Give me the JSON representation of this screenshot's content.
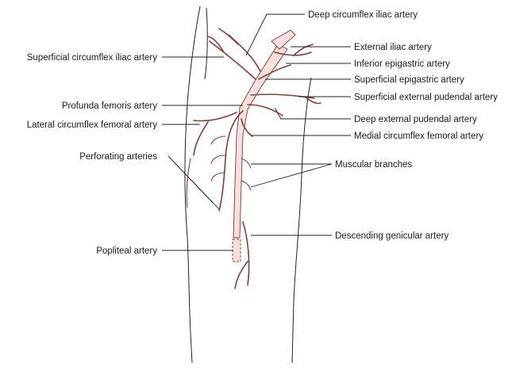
{
  "labels": {
    "deep_circumflex_iliac": "Deep circumflex iliac artery",
    "external_iliac": "External iliac artery",
    "inferior_epigastric": "Inferior epigastric artery",
    "superficial_epigastric": "Superficial epigastric artery",
    "superficial_external_pudendal": "Superficial external pudendal artery",
    "deep_external_pudendal": "Deep external pudendal artery",
    "medial_circumflex_femoral": "Medial circumflex femoral artery",
    "muscular_branches": "Muscular branches",
    "descending_genicular": "Descending genicular artery",
    "superficial_circumflex_iliac": "Superficial circumflex iliac artery",
    "profunda_femoris": "Profunda femoris artery",
    "lateral_circumflex_femoral": "Lateral circumflex femoral artery",
    "perforating": "Perforating arteries",
    "popliteal": "Popliteal artery"
  }
}
